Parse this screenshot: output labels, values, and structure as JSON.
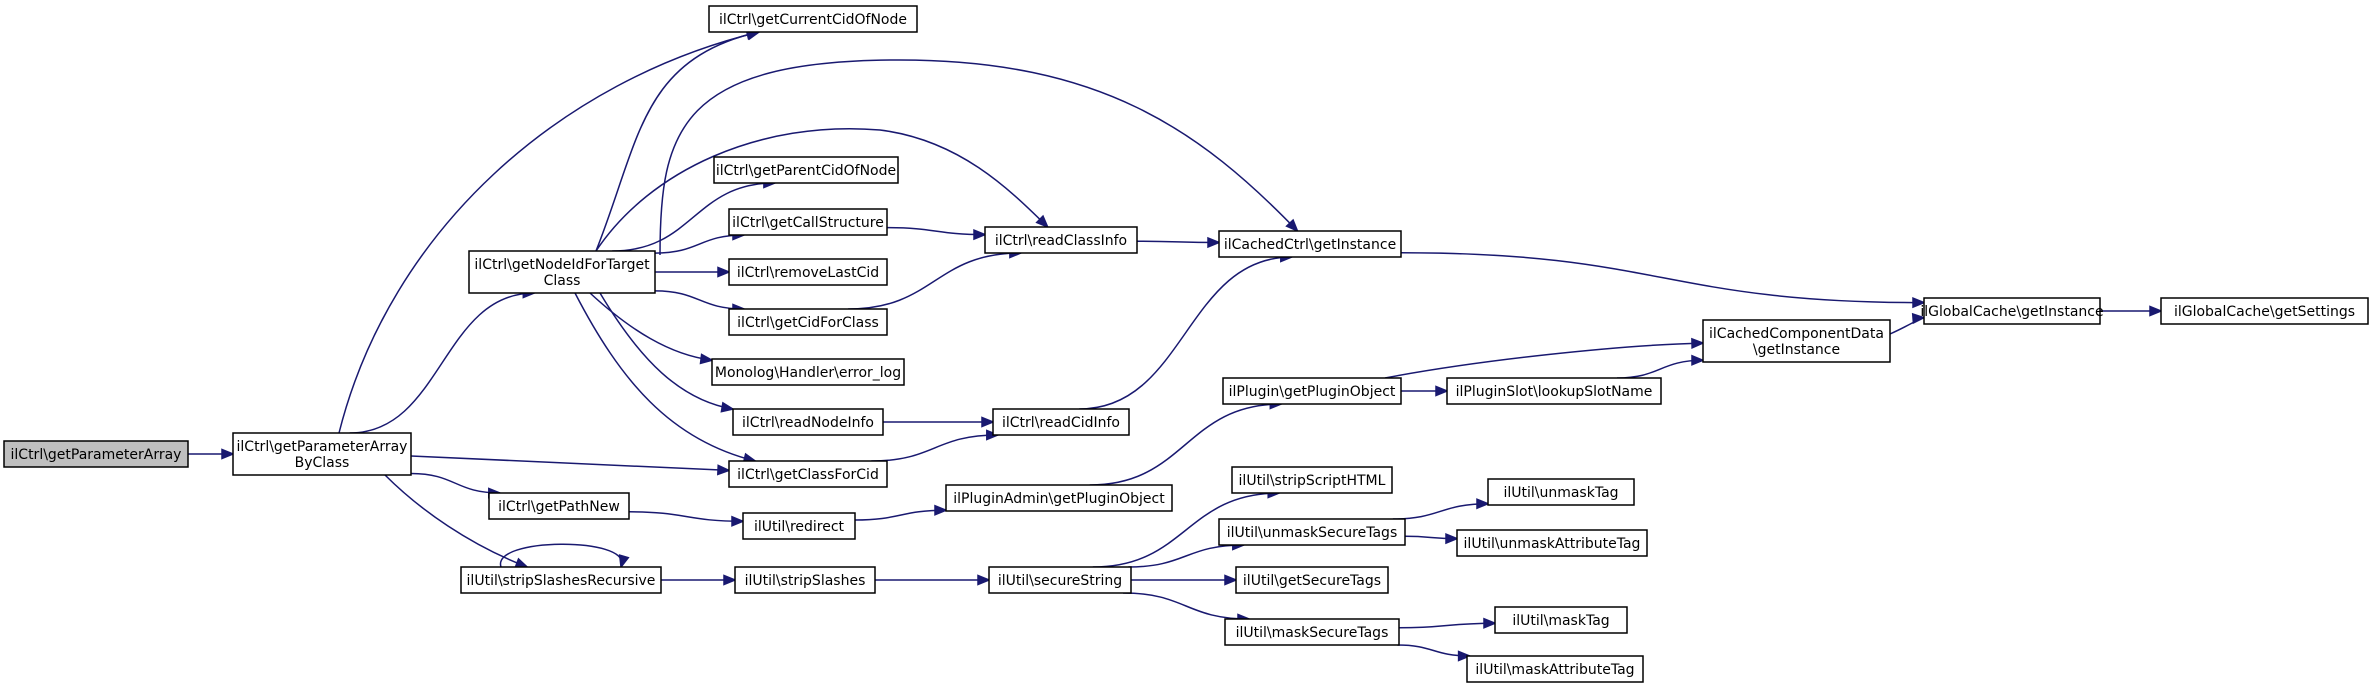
{
  "graph": {
    "colors": {
      "edge": "#191970",
      "root_fill": "#bfbfbf",
      "node_fill": "#ffffff",
      "node_border": "#000000"
    },
    "nodes": [
      {
        "id": "n0",
        "lines": [
          "ilCtrl\\getParameterArray"
        ],
        "root": true
      },
      {
        "id": "n1",
        "lines": [
          "ilCtrl\\getParameterArray",
          "ByClass"
        ]
      },
      {
        "id": "n2",
        "lines": [
          "ilCtrl\\getCurrentCidOfNode"
        ]
      },
      {
        "id": "n3",
        "lines": [
          "ilCtrl\\getNodeIdForTarget",
          "Class"
        ]
      },
      {
        "id": "n4",
        "lines": [
          "ilCtrl\\getClassForCid"
        ]
      },
      {
        "id": "n5",
        "lines": [
          "ilCtrl\\getPathNew"
        ]
      },
      {
        "id": "n6",
        "lines": [
          "ilUtil\\stripSlashesRecursive"
        ]
      },
      {
        "id": "n7",
        "lines": [
          "ilCtrl\\getParentCidOfNode"
        ]
      },
      {
        "id": "n8",
        "lines": [
          "ilCtrl\\getCallStructure"
        ]
      },
      {
        "id": "n9",
        "lines": [
          "ilCtrl\\removeLastCid"
        ]
      },
      {
        "id": "n10",
        "lines": [
          "ilCtrl\\getCidForClass"
        ]
      },
      {
        "id": "n11",
        "lines": [
          "Monolog\\Handler\\error_log"
        ]
      },
      {
        "id": "n12",
        "lines": [
          "ilCtrl\\readNodeInfo"
        ]
      },
      {
        "id": "n13",
        "lines": [
          "ilCtrl\\readClassInfo"
        ]
      },
      {
        "id": "n14",
        "lines": [
          "ilCtrl\\readCidInfo"
        ]
      },
      {
        "id": "n15",
        "lines": [
          "ilCachedCtrl\\getInstance"
        ]
      },
      {
        "id": "n16",
        "lines": [
          "ilGlobalCache\\getInstance"
        ]
      },
      {
        "id": "n17",
        "lines": [
          "ilGlobalCache\\getSettings"
        ]
      },
      {
        "id": "n18",
        "lines": [
          "ilUtil\\redirect"
        ]
      },
      {
        "id": "n19",
        "lines": [
          "ilPluginAdmin\\getPluginObject"
        ]
      },
      {
        "id": "n20",
        "lines": [
          "ilPlugin\\getPluginObject"
        ]
      },
      {
        "id": "n21",
        "lines": [
          "ilCachedComponentData",
          "\\getInstance"
        ]
      },
      {
        "id": "n22",
        "lines": [
          "ilPluginSlot\\lookupSlotName"
        ]
      },
      {
        "id": "n23",
        "lines": [
          "ilUtil\\stripSlashes"
        ]
      },
      {
        "id": "n24",
        "lines": [
          "ilUtil\\secureString"
        ]
      },
      {
        "id": "n25",
        "lines": [
          "ilUtil\\stripScriptHTML"
        ]
      },
      {
        "id": "n26",
        "lines": [
          "ilUtil\\unmaskSecureTags"
        ]
      },
      {
        "id": "n27",
        "lines": [
          "ilUtil\\getSecureTags"
        ]
      },
      {
        "id": "n28",
        "lines": [
          "ilUtil\\maskSecureTags"
        ]
      },
      {
        "id": "n29",
        "lines": [
          "ilUtil\\unmaskTag"
        ]
      },
      {
        "id": "n30",
        "lines": [
          "ilUtil\\unmaskAttributeTag"
        ]
      },
      {
        "id": "n31",
        "lines": [
          "ilUtil\\maskTag"
        ]
      },
      {
        "id": "n32",
        "lines": [
          "ilUtil\\maskAttributeTag"
        ]
      }
    ],
    "edges": [
      [
        "n0",
        "n1"
      ],
      [
        "n1",
        "n2"
      ],
      [
        "n1",
        "n3"
      ],
      [
        "n1",
        "n4"
      ],
      [
        "n1",
        "n5"
      ],
      [
        "n1",
        "n6"
      ],
      [
        "n3",
        "n2"
      ],
      [
        "n3",
        "n7"
      ],
      [
        "n3",
        "n8"
      ],
      [
        "n3",
        "n9"
      ],
      [
        "n3",
        "n10"
      ],
      [
        "n3",
        "n11"
      ],
      [
        "n3",
        "n12"
      ],
      [
        "n3",
        "n4"
      ],
      [
        "n3",
        "n13"
      ],
      [
        "n3",
        "n15"
      ],
      [
        "n8",
        "n13"
      ],
      [
        "n10",
        "n13"
      ],
      [
        "n13",
        "n15"
      ],
      [
        "n12",
        "n14"
      ],
      [
        "n4",
        "n14"
      ],
      [
        "n14",
        "n15"
      ],
      [
        "n15",
        "n16"
      ],
      [
        "n16",
        "n17"
      ],
      [
        "n5",
        "n18"
      ],
      [
        "n18",
        "n19"
      ],
      [
        "n19",
        "n20"
      ],
      [
        "n20",
        "n21"
      ],
      [
        "n20",
        "n22"
      ],
      [
        "n22",
        "n21"
      ],
      [
        "n21",
        "n16"
      ],
      [
        "n6",
        "n6"
      ],
      [
        "n6",
        "n23"
      ],
      [
        "n23",
        "n24"
      ],
      [
        "n24",
        "n25"
      ],
      [
        "n24",
        "n26"
      ],
      [
        "n24",
        "n27"
      ],
      [
        "n24",
        "n28"
      ],
      [
        "n26",
        "n29"
      ],
      [
        "n26",
        "n30"
      ],
      [
        "n28",
        "n31"
      ],
      [
        "n28",
        "n32"
      ]
    ]
  }
}
